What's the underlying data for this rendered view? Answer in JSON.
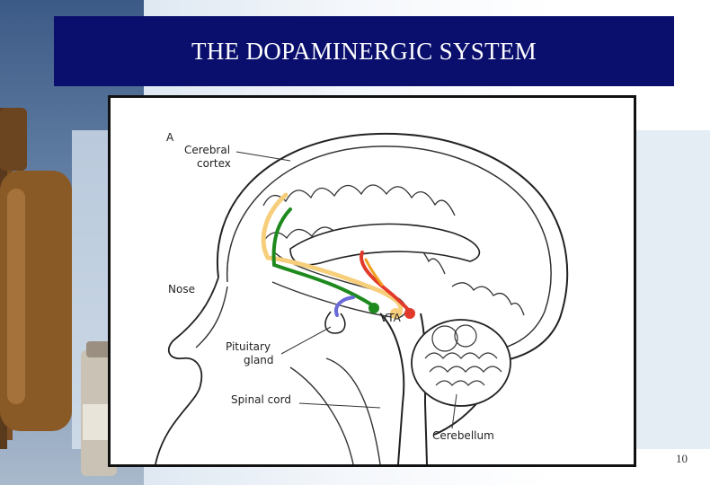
{
  "slide": {
    "title": "THE DOPAMINERGIC SYSTEM",
    "page_number": "10"
  },
  "figure": {
    "panel_letter": "A",
    "labels": {
      "cerebral_cortex_line1": "Cerebral",
      "cerebral_cortex_line2": "cortex",
      "nose": "Nose",
      "pituitary_line1": "Pituitary",
      "pituitary_line2": "gland",
      "spinal_cord": "Spinal cord",
      "cerebellum": "Cerebellum",
      "vta": "VTA"
    },
    "pathway_colors": {
      "mesocortical": "#f7cf7c",
      "nigrostriatal": "#1e8a1e",
      "mesolimbic": "#e23a2a",
      "tuberoinfundibular": "#6a6ad8",
      "accent_orange": "#f0a020"
    }
  }
}
